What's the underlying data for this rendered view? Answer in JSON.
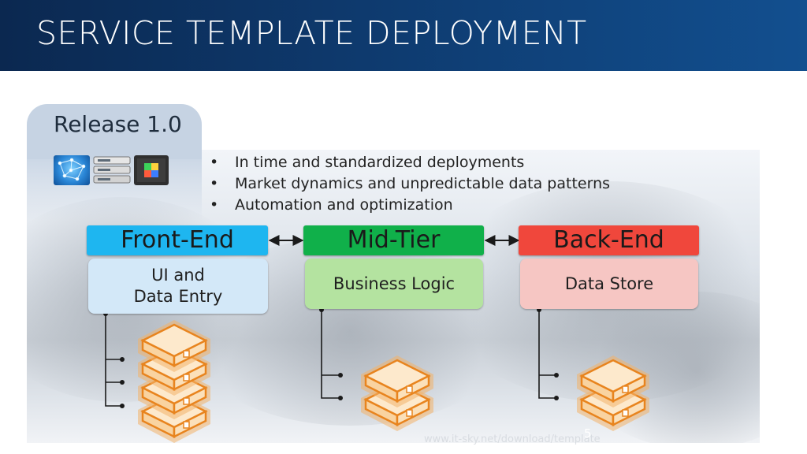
{
  "slide": {
    "title": "SERVICE TEMPLATE DEPLOYMENT",
    "release_label": "Release 1.0",
    "bullets": [
      "In time and standardized deployments",
      "Market dynamics and unpredictable data patterns",
      "Automation and optimization"
    ],
    "tiers": [
      {
        "name": "Front-End",
        "description_line1": "UI and",
        "description_line2": "Data Entry",
        "head_color": "#1eb6f0",
        "body_color": "#d3e8f8"
      },
      {
        "name": "Mid-Tier",
        "description_line1": "Business Logic",
        "description_line2": "",
        "head_color": "#10b04a",
        "body_color": "#b4e3a0"
      },
      {
        "name": "Back-End",
        "description_line1": "Data Store",
        "description_line2": "",
        "head_color": "#f0473c",
        "body_color": "#f6c6c3"
      }
    ],
    "footer_url": "www.it-sky.net/download/template",
    "page_number": "5"
  },
  "icons": [
    "network-globe-icon",
    "server-rack-icon",
    "processor-chip-icon",
    "server-stack-icon"
  ]
}
